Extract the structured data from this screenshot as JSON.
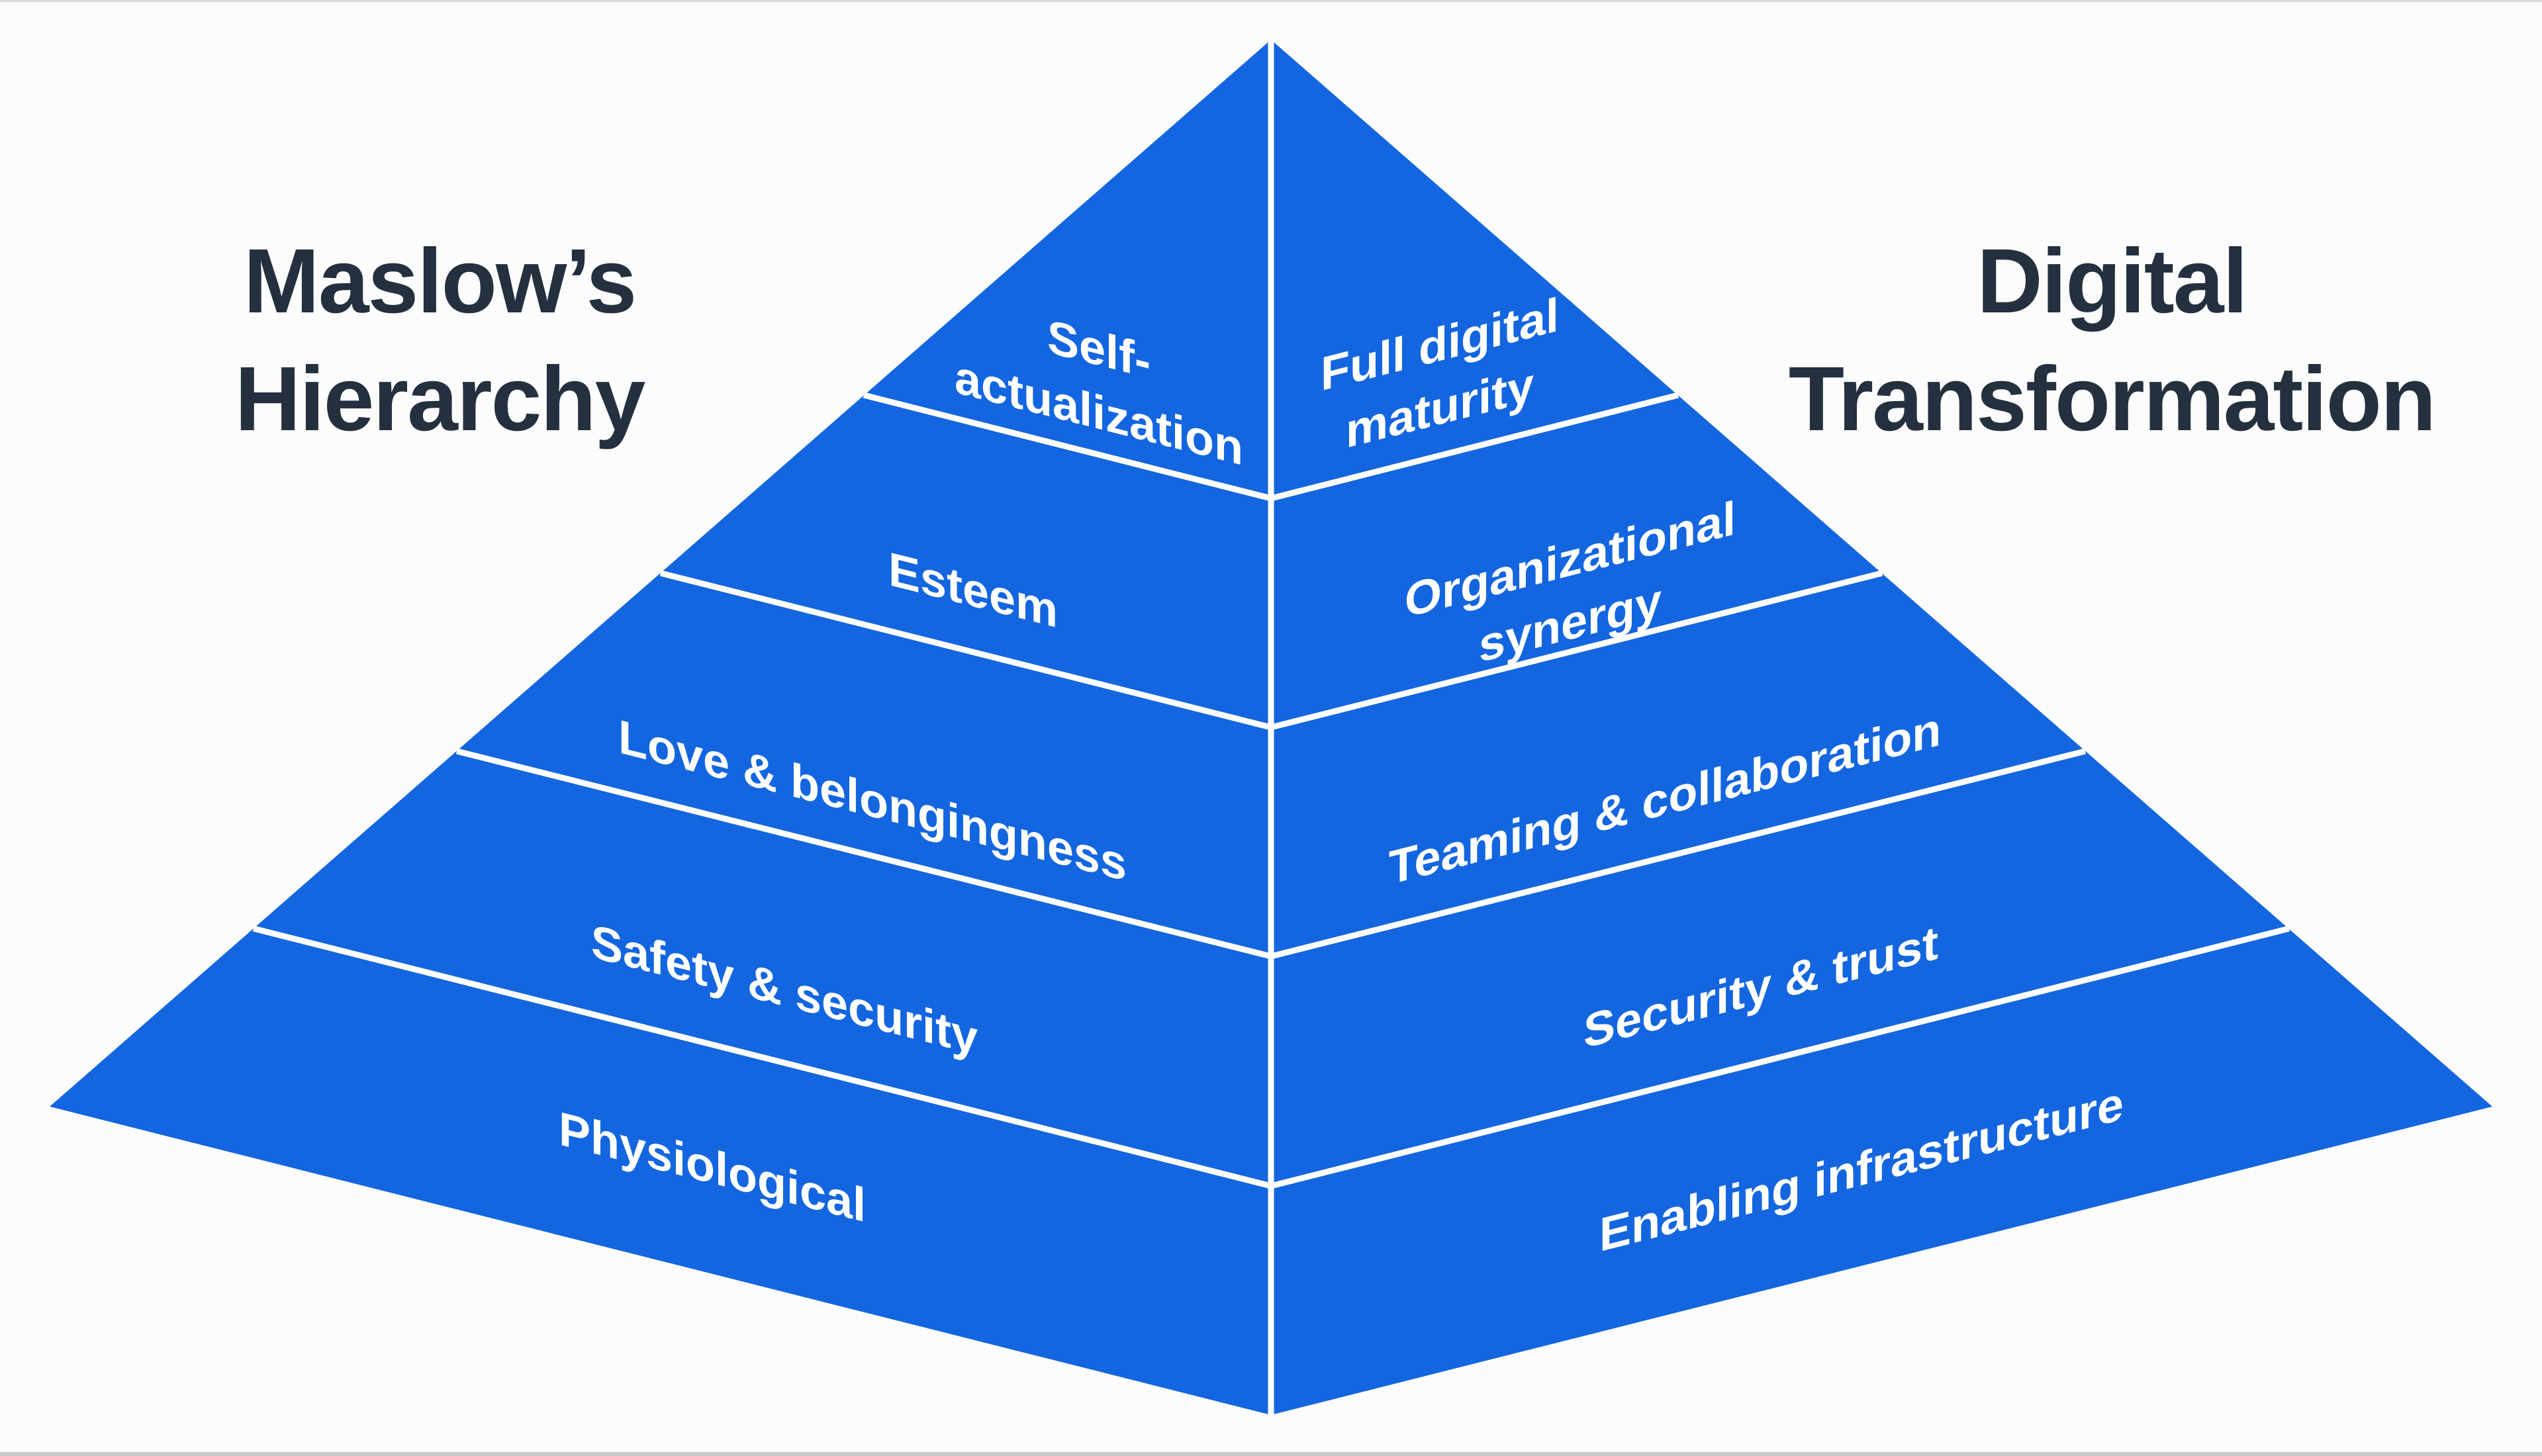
{
  "diagram_title": "Maslow’s Hierarchy vs Digital Transformation pyramid",
  "colors": {
    "pyramid_blue": "#1366E0",
    "divider_white": "#FFFFFF",
    "title_navy": "#24303E",
    "label_white": "#FFFFFF",
    "background": "#FCFCFD",
    "frame_top_edge": "#D4D6D8",
    "frame_bottom_bar": "#C9CACC"
  },
  "left_title": {
    "line1": "Maslow’s",
    "line2": "Hierarchy"
  },
  "right_title": {
    "line1": "Digital",
    "line2": "Transformation"
  },
  "faces": {
    "left": {
      "name": "Maslow’s Hierarchy",
      "levels": [
        {
          "level": 1,
          "label": "Self-actualization",
          "lines": [
            "Self-",
            "actualization"
          ]
        },
        {
          "level": 2,
          "label": "Esteem",
          "lines": [
            "Esteem"
          ]
        },
        {
          "level": 3,
          "label": "Love & belongingness",
          "lines": [
            "Love & belongingness"
          ]
        },
        {
          "level": 4,
          "label": "Safety & security",
          "lines": [
            "Safety & security"
          ]
        },
        {
          "level": 5,
          "label": "Physiological",
          "lines": [
            "Physiological"
          ]
        }
      ]
    },
    "right": {
      "name": "Digital Transformation",
      "levels": [
        {
          "level": 1,
          "label": "Full digital maturity",
          "lines": [
            "Full digital",
            "maturity"
          ]
        },
        {
          "level": 2,
          "label": "Organizational synergy",
          "lines": [
            "Organizational",
            "synergy"
          ]
        },
        {
          "level": 3,
          "label": "Teaming & collaboration",
          "lines": [
            "Teaming & collaboration"
          ]
        },
        {
          "level": 4,
          "label": "Security & trust",
          "lines": [
            "Security & trust"
          ]
        },
        {
          "level": 5,
          "label": "Enabling infrastructure",
          "lines": [
            "Enabling infrastructure"
          ]
        }
      ]
    }
  }
}
